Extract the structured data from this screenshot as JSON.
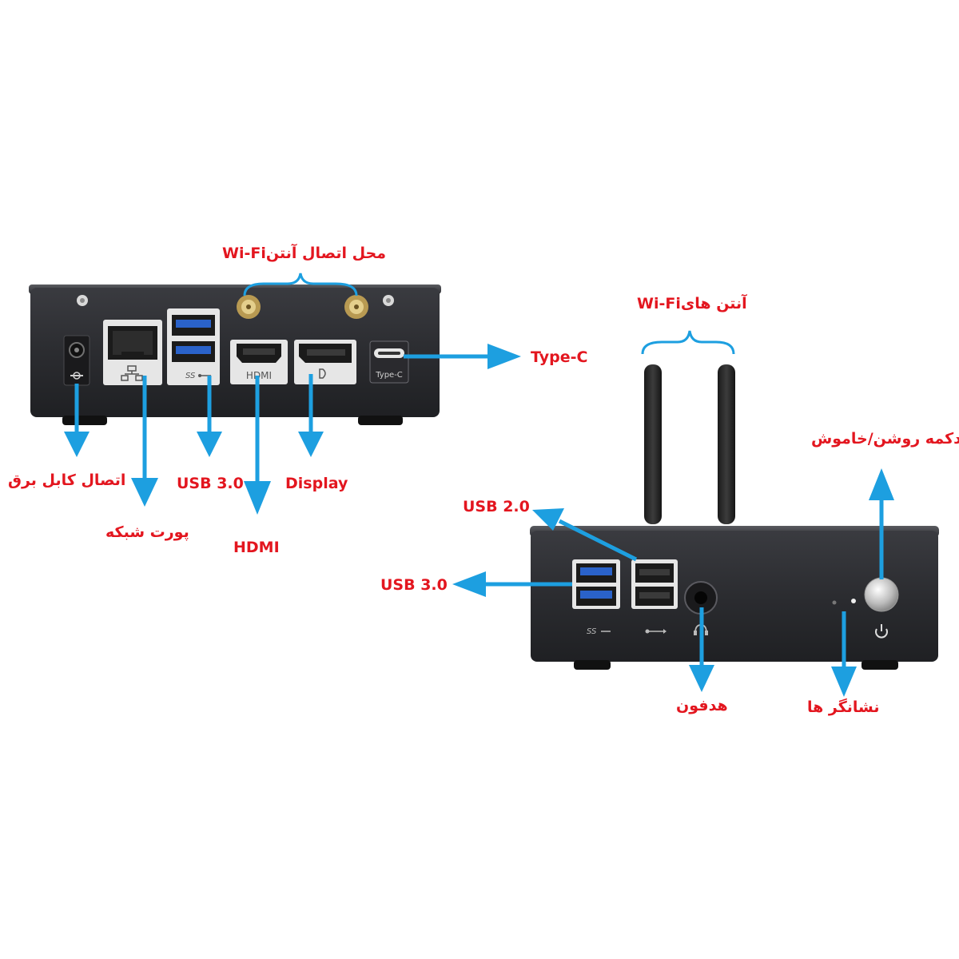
{
  "labels": {
    "wifi_antenna_mount": "محل اتصال آنتنWi-Fi",
    "wifi_antennas": "آنتن هایWi-Fi",
    "type_c": "Type-C",
    "power_jack": "اتصال کابل برق",
    "network_port": "پورت شبکه",
    "usb3_rear": "USB 3.0",
    "hdmi": "HDMI",
    "display": "Display",
    "power_button": "دکمه روشن/خاموش",
    "usb2": "USB 2.0",
    "usb3_front": "USB 3.0",
    "headphone": "هدفون",
    "indicators": "نشانگر ها"
  },
  "port_marks": {
    "hdmi": "HDMI",
    "type_c": "Type-C",
    "ss": "SS"
  },
  "colors": {
    "label_red": "#e3161f",
    "arrow_blue": "#1d9fe0",
    "device_body": "#2b2c30",
    "port_plate": "#e6e6e6",
    "usb3_blue": "#2a62c9"
  },
  "icons": [
    "power-icon",
    "network-icon",
    "usb-icon",
    "headphone-icon",
    "screw-icon"
  ]
}
